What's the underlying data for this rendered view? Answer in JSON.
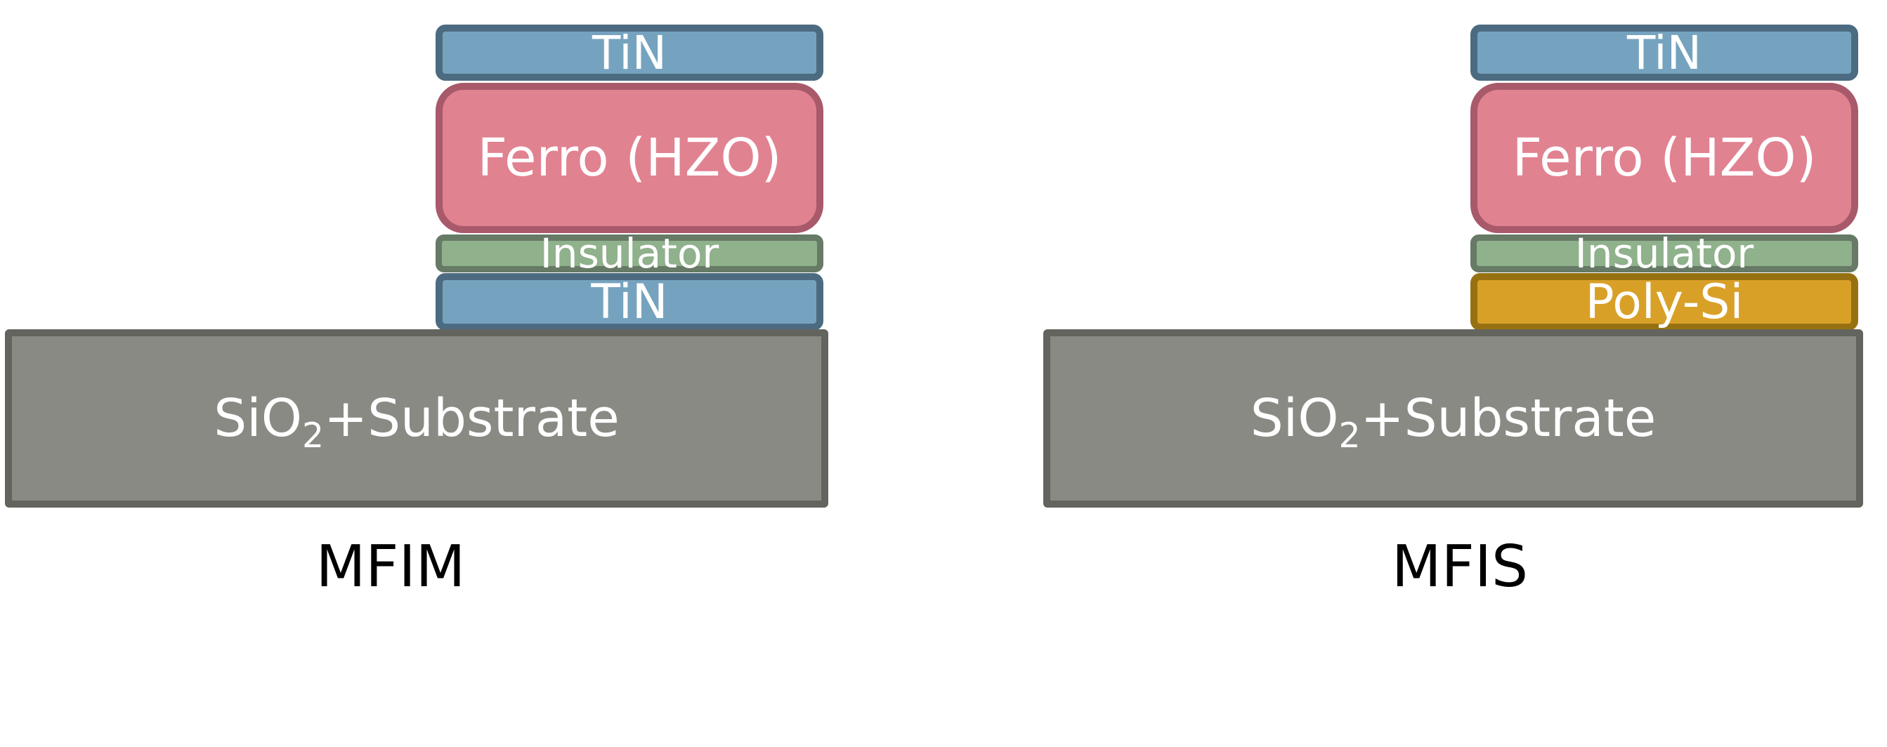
{
  "diagrams": [
    {
      "caption": "MFIM",
      "layers": {
        "top_electrode": "TiN",
        "ferroelectric": "Ferro (HZO)",
        "insulator": "Insulator",
        "bottom_electrode": "TiN",
        "substrate_prefix": "SiO",
        "substrate_subscript": "2",
        "substrate_suffix": "+Substrate"
      }
    },
    {
      "caption": "MFIS",
      "layers": {
        "top_electrode": "TiN",
        "ferroelectric": "Ferro (HZO)",
        "insulator": "Insulator",
        "bottom_electrode": "Poly-Si",
        "substrate_prefix": "SiO",
        "substrate_subscript": "2",
        "substrate_suffix": "+Substrate"
      }
    }
  ],
  "colors": {
    "tin_fill": "#75a3bf",
    "tin_border": "#4c6b81",
    "ferro_fill": "#e18291",
    "ferro_border": "#a85a6a",
    "insulator_fill": "#8fb18c",
    "insulator_border": "#667a66",
    "polysi_fill": "#d9a028",
    "polysi_border": "#977111",
    "substrate_fill": "#8a8a85",
    "substrate_border": "#64645f"
  }
}
